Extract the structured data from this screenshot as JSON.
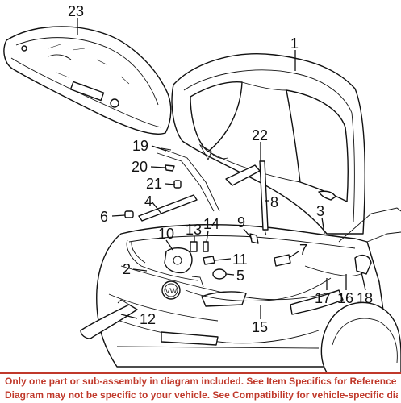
{
  "diagram": {
    "callouts": {
      "c1": "1",
      "c2": "2",
      "c3": "3",
      "c4": "4",
      "c5": "5",
      "c6": "6",
      "c7": "7",
      "c8": "8",
      "c9": "9",
      "c10": "10",
      "c11": "11",
      "c12": "12",
      "c13": "13",
      "c14": "14",
      "c15": "15",
      "c16": "16",
      "c17": "17",
      "c18": "18",
      "c19": "19",
      "c20": "20",
      "c21": "21",
      "c22": "22",
      "c23": "23"
    },
    "emblem_letters": "VW"
  },
  "disclaimer": {
    "line1": "Only one part or sub-assembly in diagram included. See Item Specifics for Reference #.",
    "line2": "Diagram may not be specific to your vehicle. See Compatibility for vehicle-specific diagrams.",
    "color": "#c0392b"
  }
}
